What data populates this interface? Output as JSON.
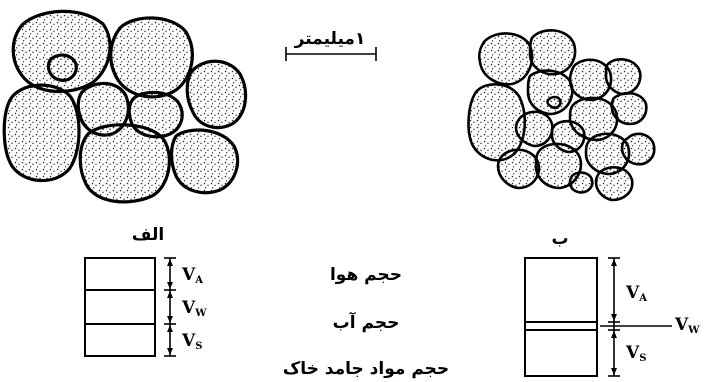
{
  "scale": {
    "label": "۱میلیمتر"
  },
  "figure_a": {
    "label": "الف"
  },
  "figure_b": {
    "label": "ب"
  },
  "symbols": {
    "air": {
      "main": "V",
      "sub": "A"
    },
    "water": {
      "main": "V",
      "sub": "W"
    },
    "solid": {
      "main": "V",
      "sub": "S"
    }
  },
  "legend": {
    "air": "حجم هوا",
    "water": "حجم آب",
    "solid": "حجم مواد جامد خاک"
  }
}
